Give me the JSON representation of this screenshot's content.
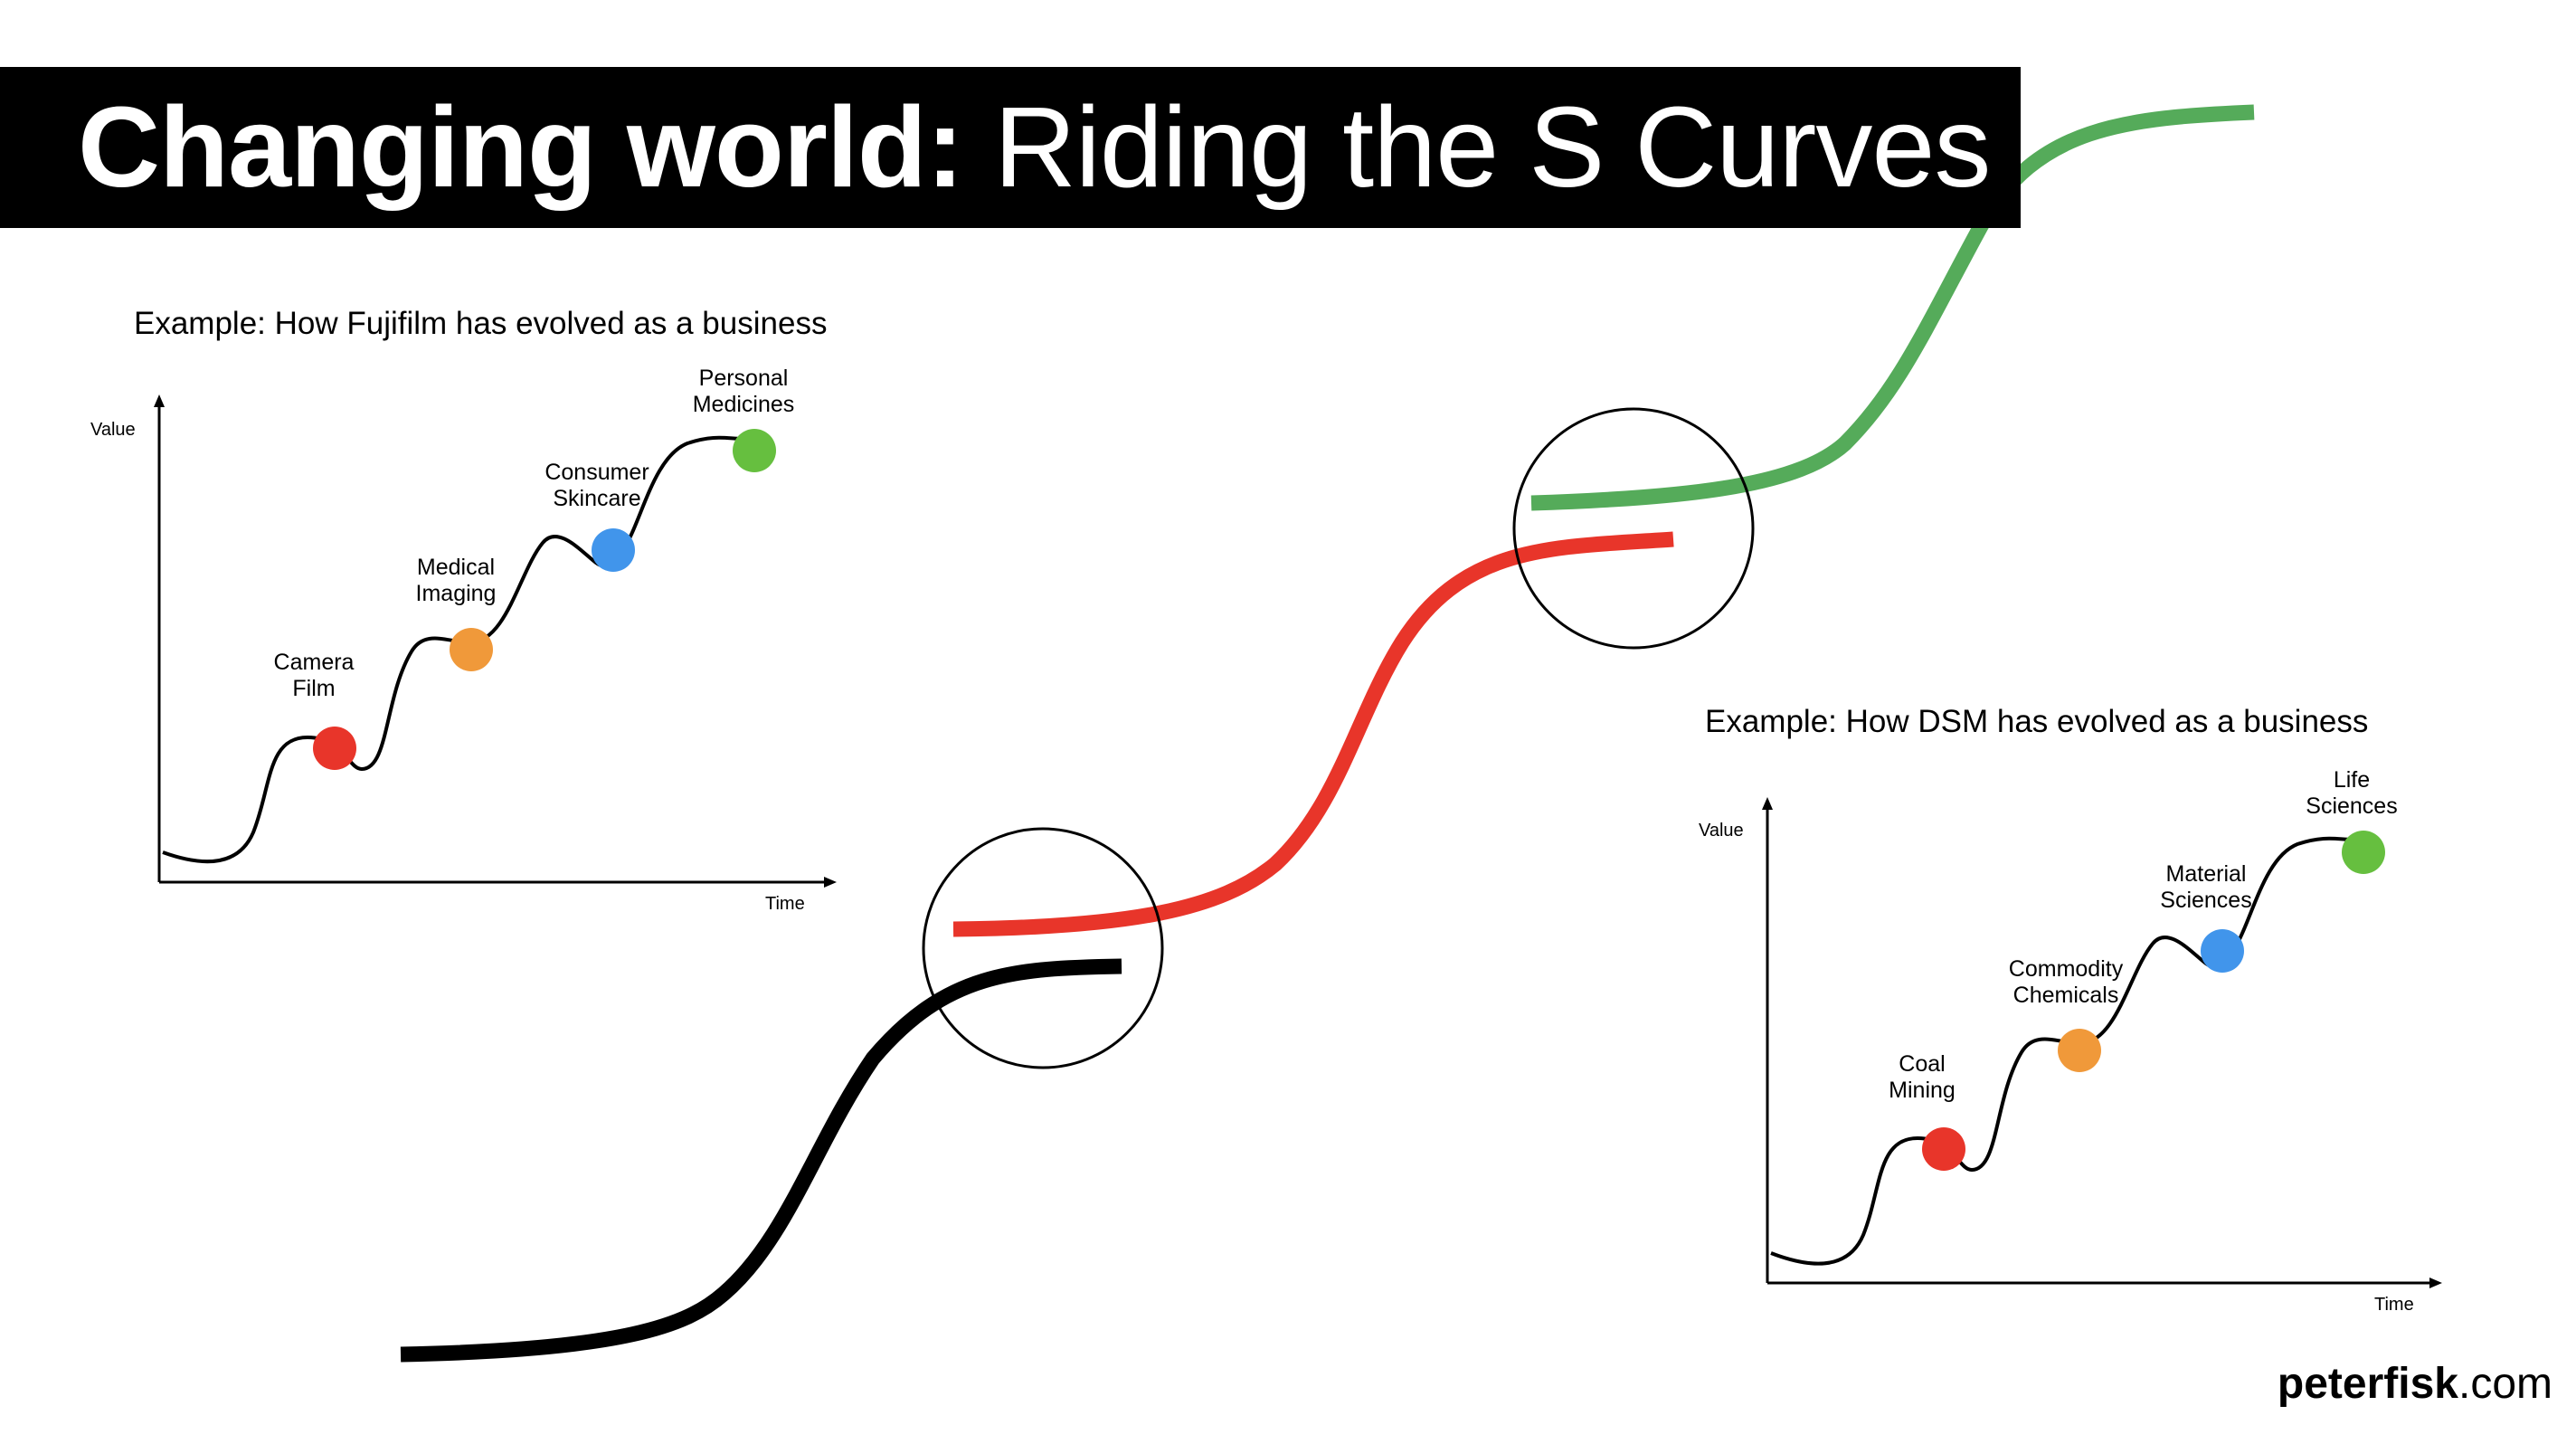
{
  "title": {
    "bold": "Changing world:",
    "light": " Riding the S Curves"
  },
  "colors": {
    "curve1": "#000000",
    "curve2": "#e8352a",
    "curve3": "#55ab5a",
    "stage_red": "#e8352a",
    "stage_orange": "#f0993a",
    "stage_blue": "#4195eb",
    "stage_green": "#66bf3f"
  },
  "examples": [
    {
      "heading": "Example: How Fujifilm has evolved as a business",
      "y_axis": "Value",
      "x_axis": "Time",
      "stages": [
        {
          "lines": [
            "Camera",
            "Film"
          ],
          "color": "stage_red"
        },
        {
          "lines": [
            "Medical",
            "Imaging"
          ],
          "color": "stage_orange"
        },
        {
          "lines": [
            "Consumer",
            "Skincare"
          ],
          "color": "stage_blue"
        },
        {
          "lines": [
            "Personal",
            "Medicines"
          ],
          "color": "stage_green"
        }
      ]
    },
    {
      "heading": "Example: How DSM has evolved as a business",
      "y_axis": "Value",
      "x_axis": "Time",
      "stages": [
        {
          "lines": [
            "Coal",
            "Mining"
          ],
          "color": "stage_red"
        },
        {
          "lines": [
            "Commodity",
            "Chemicals"
          ],
          "color": "stage_orange"
        },
        {
          "lines": [
            "Material",
            "Sciences"
          ],
          "color": "stage_blue"
        },
        {
          "lines": [
            "Life",
            "Sciences"
          ],
          "color": "stage_green"
        }
      ]
    }
  ],
  "brand": {
    "bold": "peterfisk",
    "light": ".com"
  }
}
